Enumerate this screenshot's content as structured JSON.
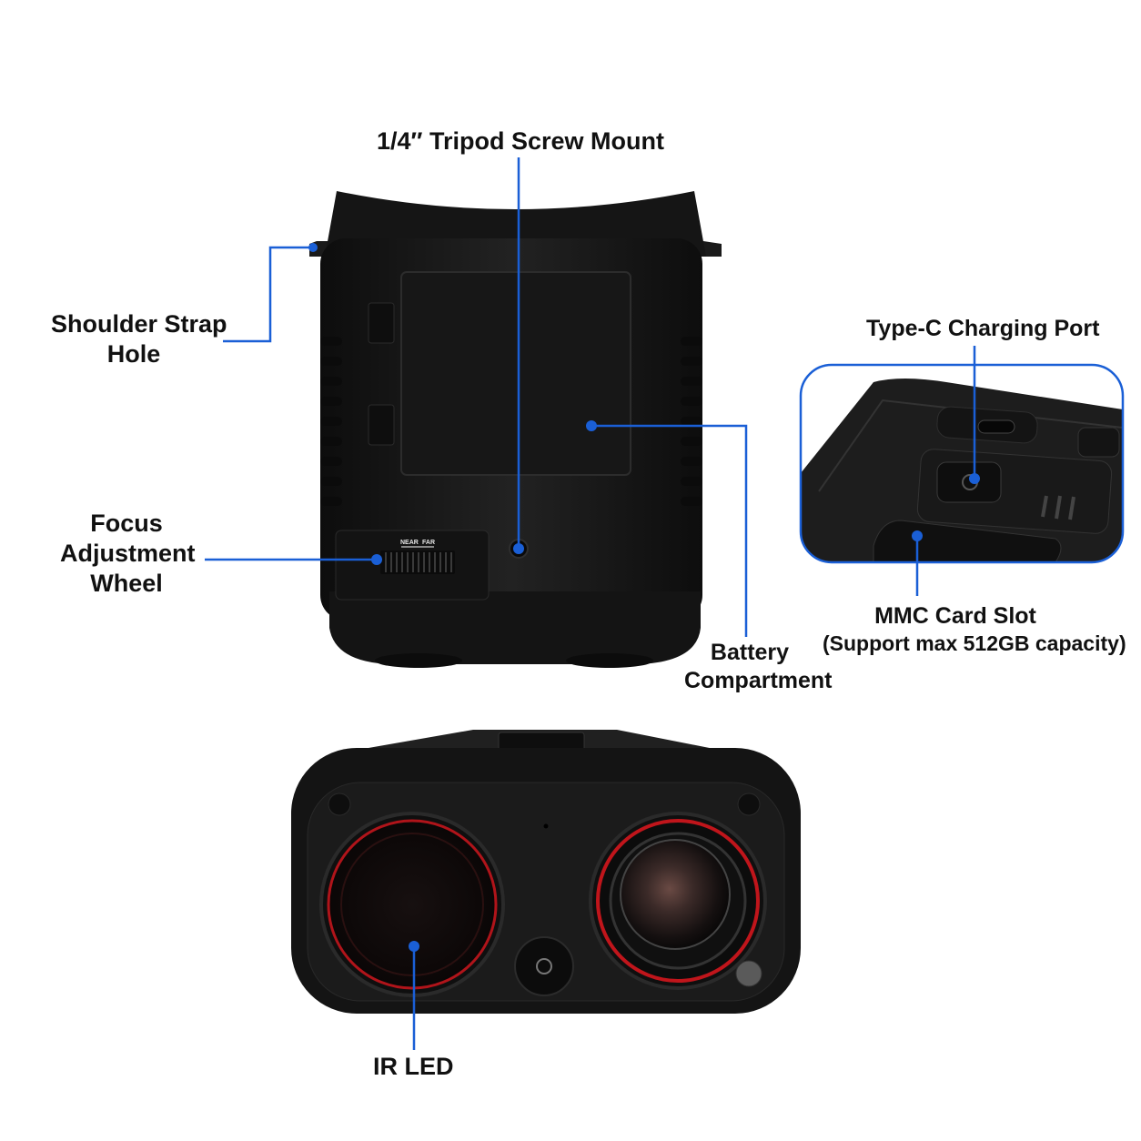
{
  "callouts": {
    "tripod_mount": "1/4″ Tripod Screw Mount",
    "shoulder_strap": [
      "Shoulder Strap",
      "Hole"
    ],
    "focus_wheel": [
      "Focus",
      "Adjustment",
      "Wheel"
    ],
    "type_c_port": "Type-C Charging Port",
    "mmc_slot": [
      "MMC Card Slot",
      "(Support max 512GB capacity)"
    ],
    "battery": [
      "Battery",
      "Compartment"
    ],
    "ir_led": "IR LED"
  },
  "device_markings": {
    "focus_scale_near": "NEAR",
    "focus_scale_far": "FAR"
  },
  "colors": {
    "callout_line": "#1a5fd6",
    "callout_dot": "#1a5fd6",
    "device_body": "#1b1b1b",
    "lens_ring": "#c0151b",
    "label_text": "#111111"
  }
}
